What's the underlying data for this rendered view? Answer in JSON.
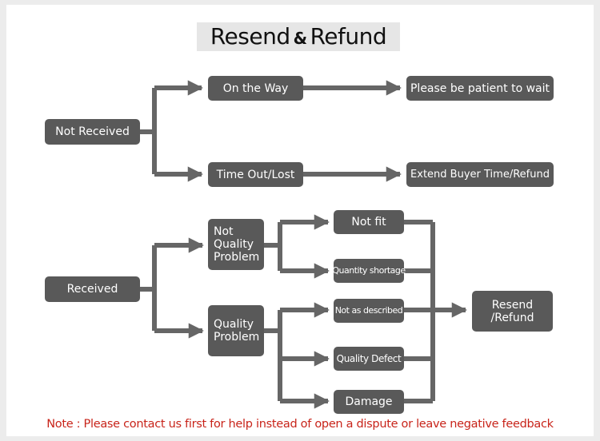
{
  "title": {
    "before": "Resend",
    "amp": "&",
    "after": "Refund"
  },
  "nodes": {
    "not_received": "Not Received",
    "on_the_way": "On the Way",
    "patient": "Please be patient to wait",
    "timeout": "Time Out/Lost",
    "extend": "Extend Buyer Time/Refund",
    "received": "Received",
    "not_quality": "Not\nQuality\nProblem",
    "quality": "Quality\nProblem",
    "not_fit": "Not fit",
    "quantity_shortage": "Quantity shortage",
    "not_as_described": "Not as described",
    "quality_defect": "Quality Defect",
    "damage": "Damage",
    "resend_refund": "Resend\n/Refund"
  },
  "note": "Note : Please contact us first for help instead of open a dispute or leave negative feedback",
  "colors": {
    "box": "#595959",
    "connector": "#666666",
    "note": "#c8241a",
    "title_bg": "#e6e6e6"
  }
}
